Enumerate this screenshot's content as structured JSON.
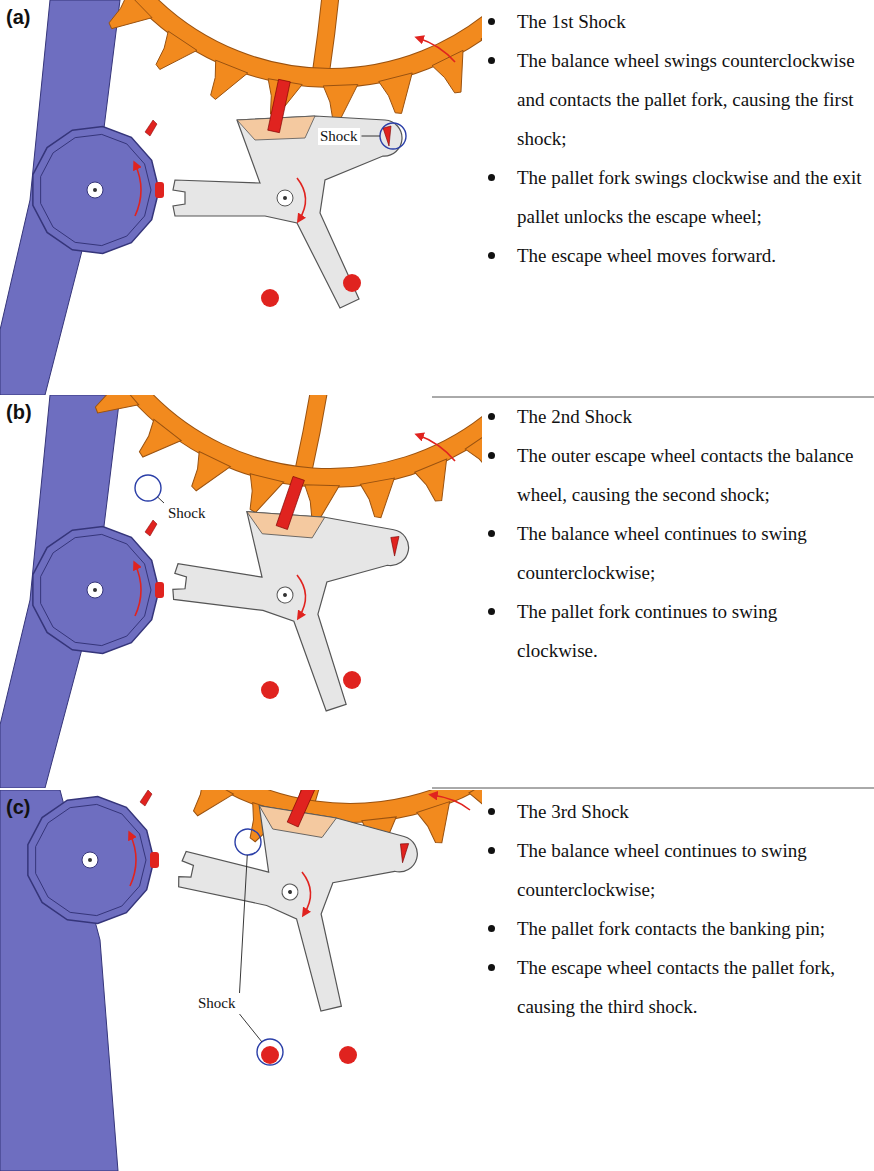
{
  "diagram": {
    "labels": [
      "(a)",
      "The 1st Shock",
      "The balance wheel swings counterclockwise and contacts the pallet fork, causing the first shock;",
      "The pallet fork swings clockwise and the exit pallet unlocks the escape wheel;",
      "The escape wheel moves forward.",
      "Shock",
      "(b)",
      "The 2nd Shock",
      "The outer escape wheel contacts the balance wheel, causing the second shock;",
      "The balance wheel continues to swing counterclockwise;",
      "The pallet fork continues to swing clockwise.",
      "Shock",
      "(c)",
      "The 3rd Shock",
      "The balance wheel continues to swing counterclockwise;",
      "The pallet fork contacts the banking pin;",
      "The escape wheel contacts the pallet fork, causing the third shock.",
      "Shock"
    ]
  }
}
